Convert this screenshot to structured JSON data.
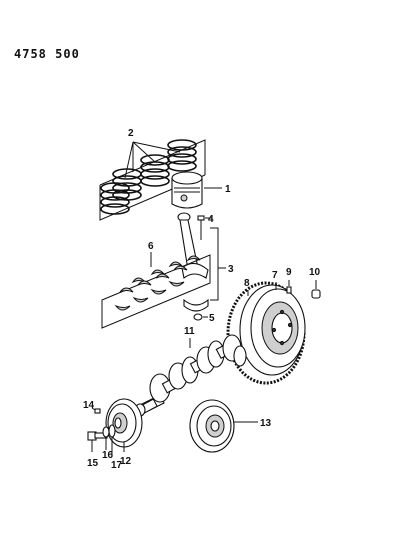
{
  "document": {
    "number": "4758 500"
  },
  "callouts": {
    "c1": "1",
    "c2": "2",
    "c3": "3",
    "c4": "4",
    "c5": "5",
    "c6": "6",
    "c7": "7",
    "c8": "8",
    "c9": "9",
    "c10": "10",
    "c11": "11",
    "c12": "12",
    "c13": "13",
    "c14": "14",
    "c15": "15",
    "c16": "16",
    "c17": "17"
  },
  "colors": {
    "line": "#111111",
    "background": "#ffffff"
  }
}
